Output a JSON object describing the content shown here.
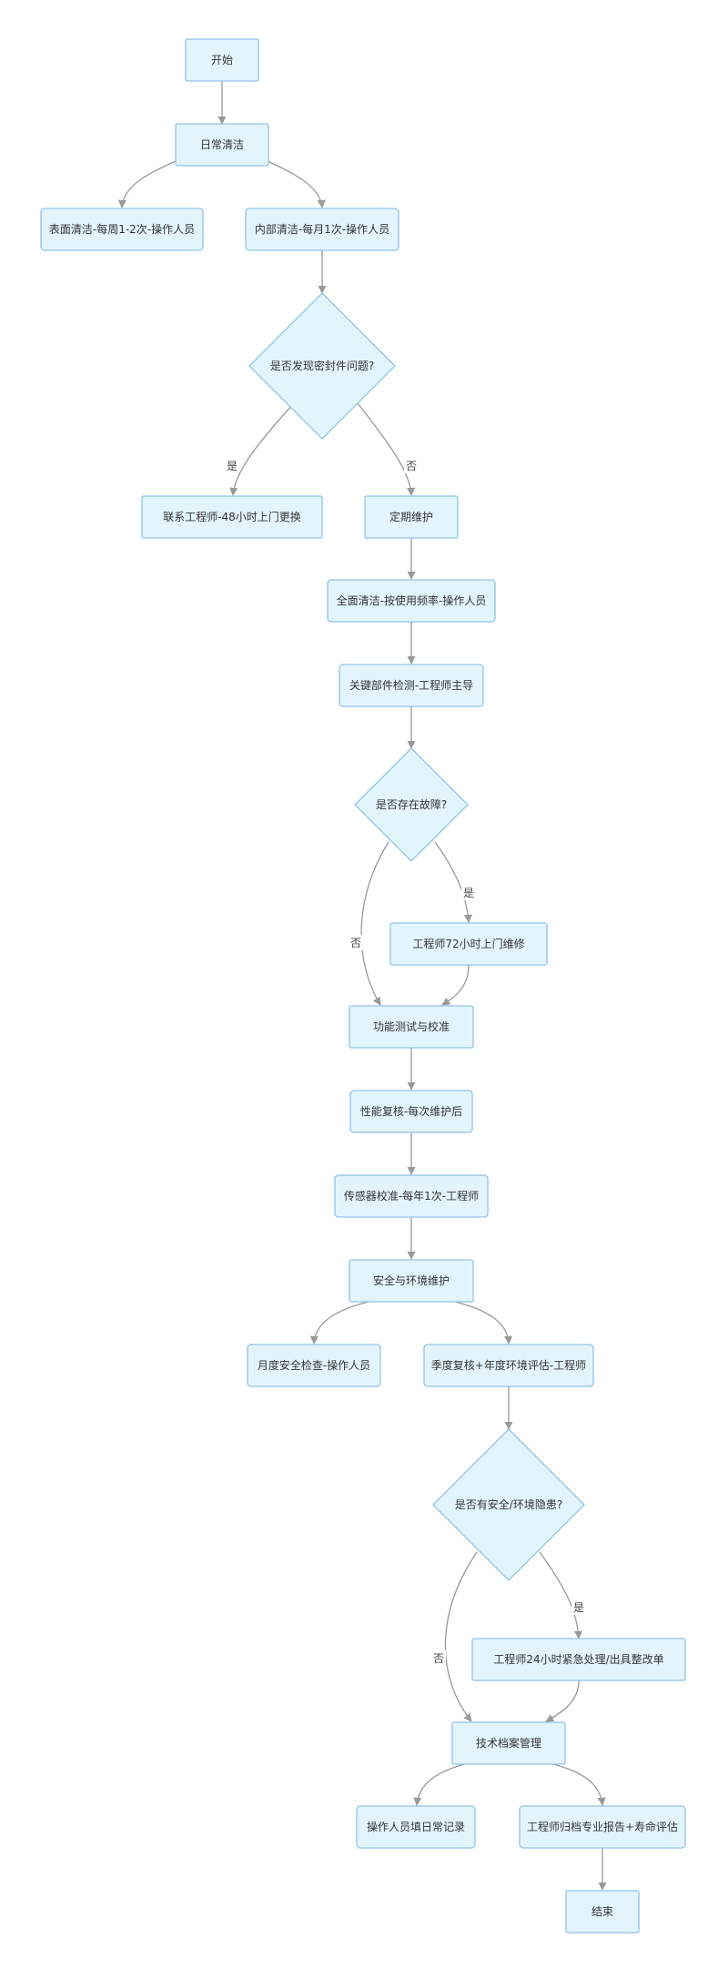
{
  "nodes": {
    "start": "开始",
    "daily_clean": "日常清洁",
    "surface_clean": "表面清洁-每周1-2次-操作人员",
    "internal_clean": "内部清洁-每月1次-操作人员",
    "seal_check": "是否发现密封件问题?",
    "contact_engineer": "联系工程师-48小时上门更换",
    "periodic_maint": "定期维护",
    "full_clean": "全面清洁-按使用频率-操作人员",
    "key_parts": "关键部件检测-工程师主导",
    "fault_check": "是否存在故障?",
    "engineer_72h": "工程师72小时上门维修",
    "func_test": "功能测试与校准",
    "perf_recheck": "性能复核-每次维护后",
    "sensor_cal": "传感器校准-每年1次-工程师",
    "safety_env": "安全与环境维护",
    "monthly_safety": "月度安全检查-操作人员",
    "quarterly_review": "季度复核+年度环境评估-工程师",
    "hazard_check": "是否有安全/环境隐患?",
    "engineer_24h": "工程师24小时紧急处理/出具整改单",
    "tech_archive": "技术档案管理",
    "operator_log": "操作人员填日常记录",
    "engineer_archive": "工程师归档专业报告+寿命评估",
    "end": "结束"
  },
  "edge_labels": {
    "seal_yes": "是",
    "seal_no": "否",
    "fault_yes": "是",
    "fault_no": "否",
    "hazard_yes": "是",
    "hazard_no": "否"
  },
  "colors": {
    "node_fill": "#e3f5fc",
    "node_stroke": "#8ec3ea",
    "edge": "#999999"
  }
}
